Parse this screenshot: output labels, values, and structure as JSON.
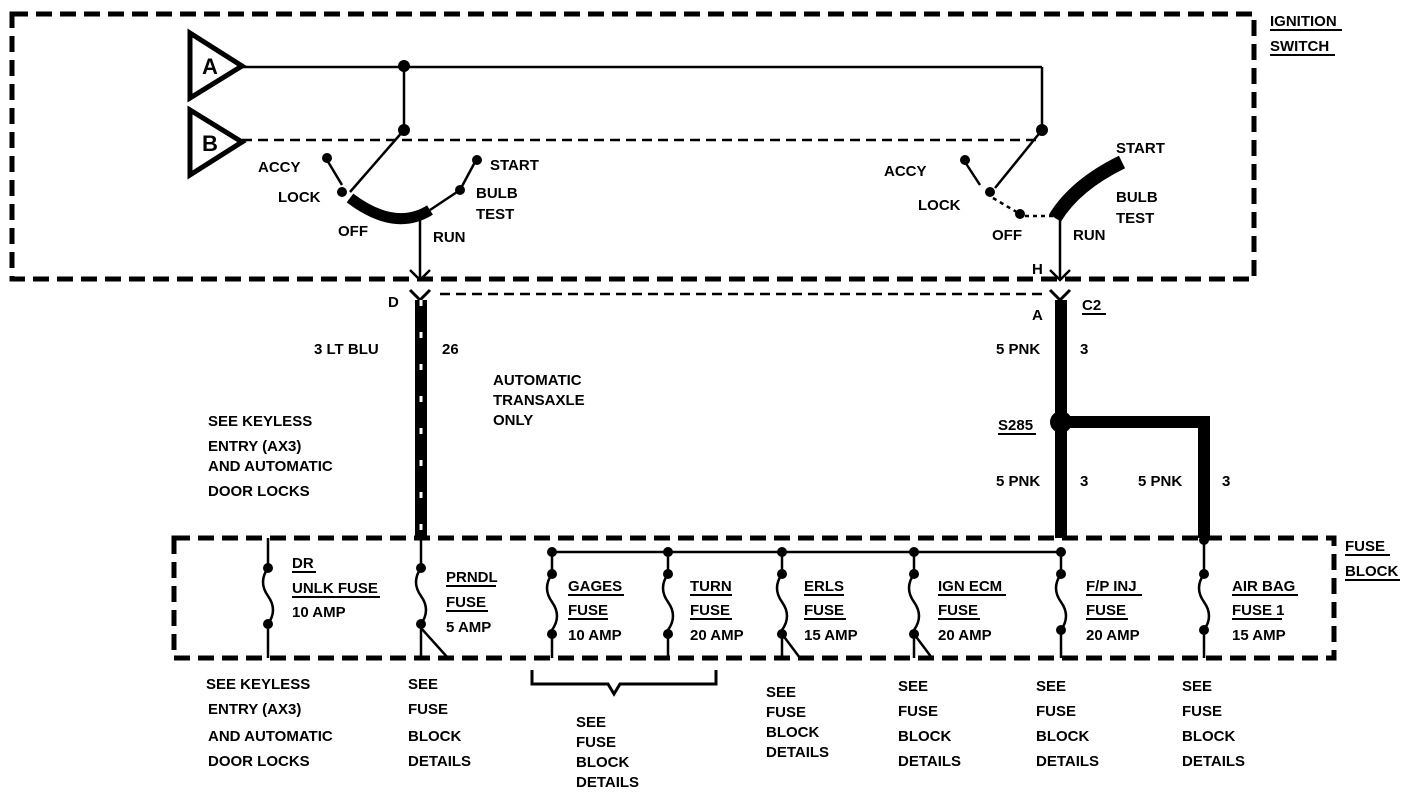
{
  "ignition_switch": {
    "title_line1": "IGNITION",
    "title_line2": "SWITCH",
    "terminal_a": "A",
    "terminal_b": "B",
    "left_switch": {
      "accy": "ACCY",
      "lock": "LOCK",
      "off": "OFF",
      "run": "RUN",
      "start": "START",
      "bulb": "BULB",
      "test": "TEST"
    },
    "right_switch": {
      "accy": "ACCY",
      "lock": "LOCK",
      "off": "OFF",
      "run": "RUN",
      "start": "START",
      "bulb": "BULB",
      "test": "TEST"
    }
  },
  "connectors": {
    "left_pin": "D",
    "right_pin_top": "H",
    "right_pin": "A",
    "right_connector": "C2"
  },
  "wires": {
    "left_wire": {
      "label": "3 LT BLU",
      "circuit": "26"
    },
    "right_wire_upper": {
      "label": "5 PNK",
      "circuit": "3"
    },
    "right_wire_lower": {
      "label": "5 PNK",
      "circuit": "3"
    },
    "branch_wire": {
      "label": "5 PNK",
      "circuit": "3"
    }
  },
  "splice": "S285",
  "notes": {
    "automatic_line1": "AUTOMATIC",
    "automatic_line2": "TRANSAXLE",
    "automatic_line3": "ONLY",
    "keyless_top_line1": "SEE  KEYLESS",
    "keyless_top_line2": "ENTRY (AX3)",
    "keyless_top_line3": "AND AUTOMATIC",
    "keyless_top_line4": "DOOR LOCKS"
  },
  "fuse_block": {
    "title_line1": "FUSE",
    "title_line2": "BLOCK",
    "fuses": [
      {
        "name1": "DR",
        "name2": "UNLK FUSE",
        "rating": "10 AMP"
      },
      {
        "name1": "PRNDL",
        "name2": "FUSE",
        "rating": "5 AMP"
      },
      {
        "name1": "GAGES",
        "name2": "FUSE",
        "rating": "10 AMP"
      },
      {
        "name1": "TURN",
        "name2": "FUSE",
        "rating": "20 AMP"
      },
      {
        "name1": "ERLS",
        "name2": "FUSE",
        "rating": "15 AMP"
      },
      {
        "name1": "IGN ECM",
        "name2": "FUSE",
        "rating": "20 AMP"
      },
      {
        "name1": "F/P INJ",
        "name2": "FUSE",
        "rating": "20 AMP"
      },
      {
        "name1": "AIR BAG",
        "name2": "FUSE 1",
        "rating": "15 AMP"
      }
    ]
  },
  "bottom_notes": {
    "keyless": {
      "l1": "SEE  KEYLESS",
      "l2": "ENTRY  (AX3)",
      "l3": "AND AUTOMATIC",
      "l4": "DOOR LOCKS"
    },
    "prndl": {
      "l1": "SEE",
      "l2": "FUSE",
      "l3": "BLOCK",
      "l4": "DETAILS"
    },
    "gages_turn": {
      "l1": "SEE",
      "l2": "FUSE",
      "l3": "BLOCK",
      "l4": "DETAILS"
    },
    "erls": {
      "l1": "SEE",
      "l2": "FUSE",
      "l3": "BLOCK",
      "l4": "DETAILS"
    },
    "ign": {
      "l1": "SEE",
      "l2": "FUSE",
      "l3": "BLOCK",
      "l4": "DETAILS"
    },
    "fp": {
      "l1": "SEE",
      "l2": "FUSE",
      "l3": "BLOCK",
      "l4": "DETAILS"
    },
    "airbag": {
      "l1": "SEE",
      "l2": "FUSE",
      "l3": "BLOCK",
      "l4": "DETAILS"
    }
  }
}
